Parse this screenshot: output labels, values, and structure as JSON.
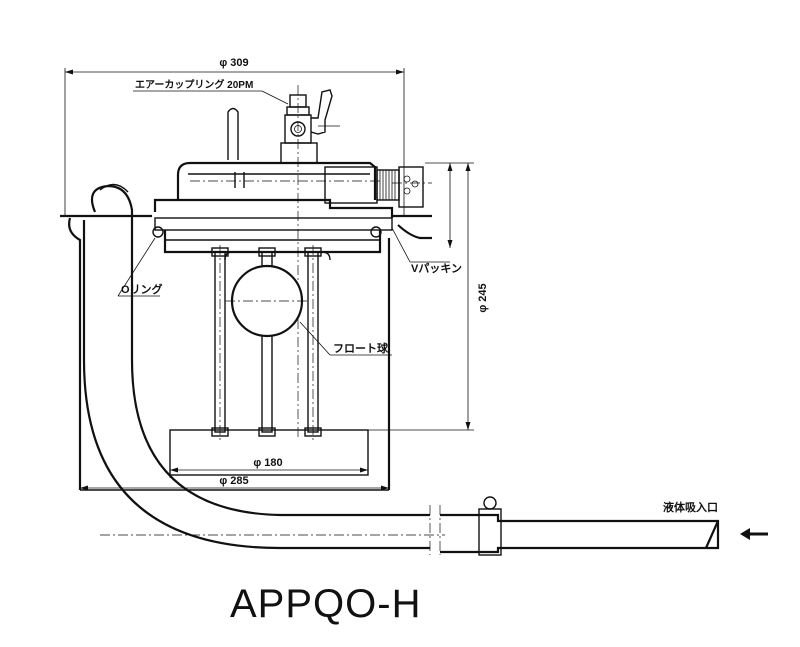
{
  "drawing": {
    "model_name": "APPQO-H",
    "dimensions": {
      "top_width": "φ 309",
      "height": "φ 245",
      "inner_width": "φ 180",
      "outer_width": "φ 285"
    },
    "labels": {
      "air_coupling": "エアーカップリング 20PM",
      "v_packing": "Vパッキン",
      "o_ring": "Oリング",
      "float_ball": "フロート球",
      "liquid_inlet": "液体吸入口"
    },
    "arrow_icon": "arrow-left-icon"
  }
}
